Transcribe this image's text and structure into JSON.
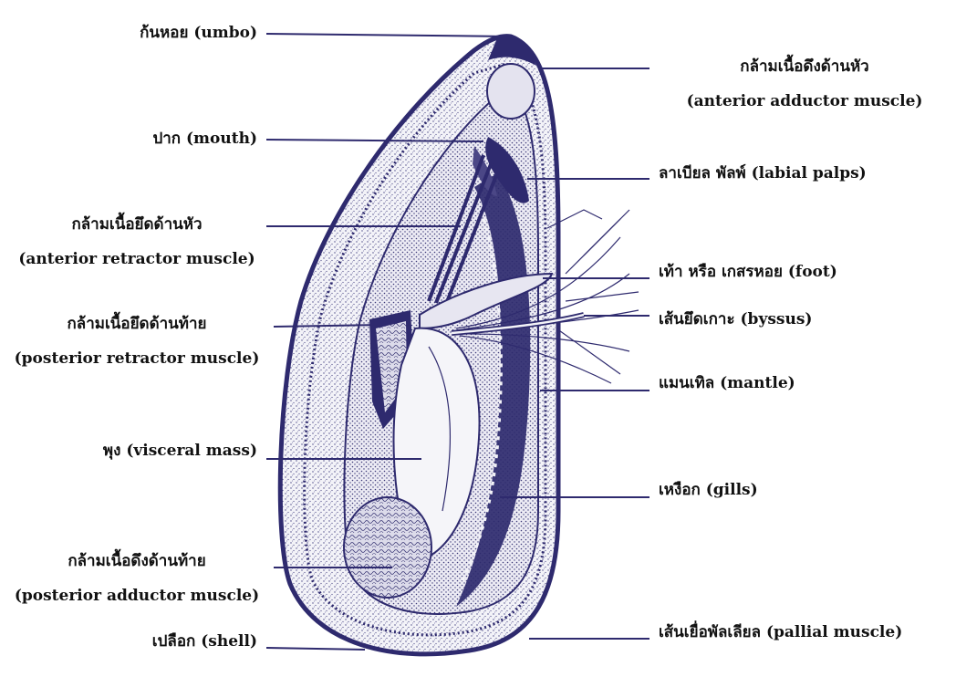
{
  "labels_left": [
    {
      "key": "umbo",
      "lines": [
        "ก้นหอย (umbo)"
      ]
    },
    {
      "key": "mouth",
      "lines": [
        "ปาก (mouth)"
      ]
    },
    {
      "key": "anterior_retractor",
      "lines": [
        "กล้ามเนื้อยึดด้านหัว",
        "(anterior retractor muscle)"
      ]
    },
    {
      "key": "posterior_retractor",
      "lines": [
        "กล้ามเนื้อยึดด้านท้าย",
        "(posterior retractor muscle)"
      ]
    },
    {
      "key": "visceral_mass",
      "lines": [
        "พุง (visceral mass)"
      ]
    },
    {
      "key": "posterior_adductor",
      "lines": [
        "กล้ามเนื้อดึงด้านท้าย",
        "(posterior adductor muscle)"
      ]
    },
    {
      "key": "shell",
      "lines": [
        "เปลือก (shell)"
      ]
    }
  ],
  "labels_right": [
    {
      "key": "anterior_adductor",
      "lines": [
        "กล้ามเนื้อดึงด้านหัว",
        "(anterior adductor muscle)"
      ]
    },
    {
      "key": "labial_palps",
      "lines": [
        "ลาเบียล พัลพ์ (labial palps)"
      ]
    },
    {
      "key": "foot",
      "lines": [
        "เท้า หรือ เกสรหอย (foot)"
      ]
    },
    {
      "key": "byssus",
      "lines": [
        "เส้นยึดเกาะ (byssus)"
      ]
    },
    {
      "key": "mantle",
      "lines": [
        "แมนเทิล (mantle)"
      ]
    },
    {
      "key": "gills",
      "lines": [
        "เหงือก (gills)"
      ]
    },
    {
      "key": "pallial_muscle",
      "lines": [
        "เส้นเยื่อพัลเลียล (pallial muscle)"
      ]
    }
  ],
  "colors": {
    "ink": "#2e2a6e",
    "text": "#111111"
  }
}
